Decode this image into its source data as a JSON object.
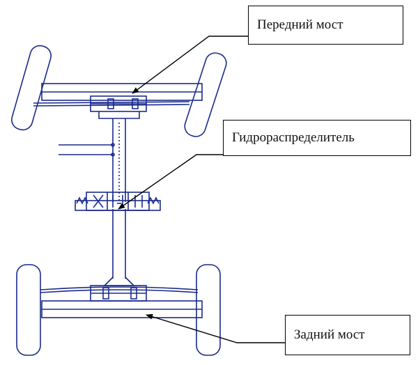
{
  "labels": {
    "front_axle": "Передний мост",
    "distributor": "Гидрораспределитель",
    "rear_axle": "Задний мост"
  },
  "colors": {
    "drawing": "#1a2a8c",
    "arrow": "#000000",
    "background": "#ffffff"
  }
}
